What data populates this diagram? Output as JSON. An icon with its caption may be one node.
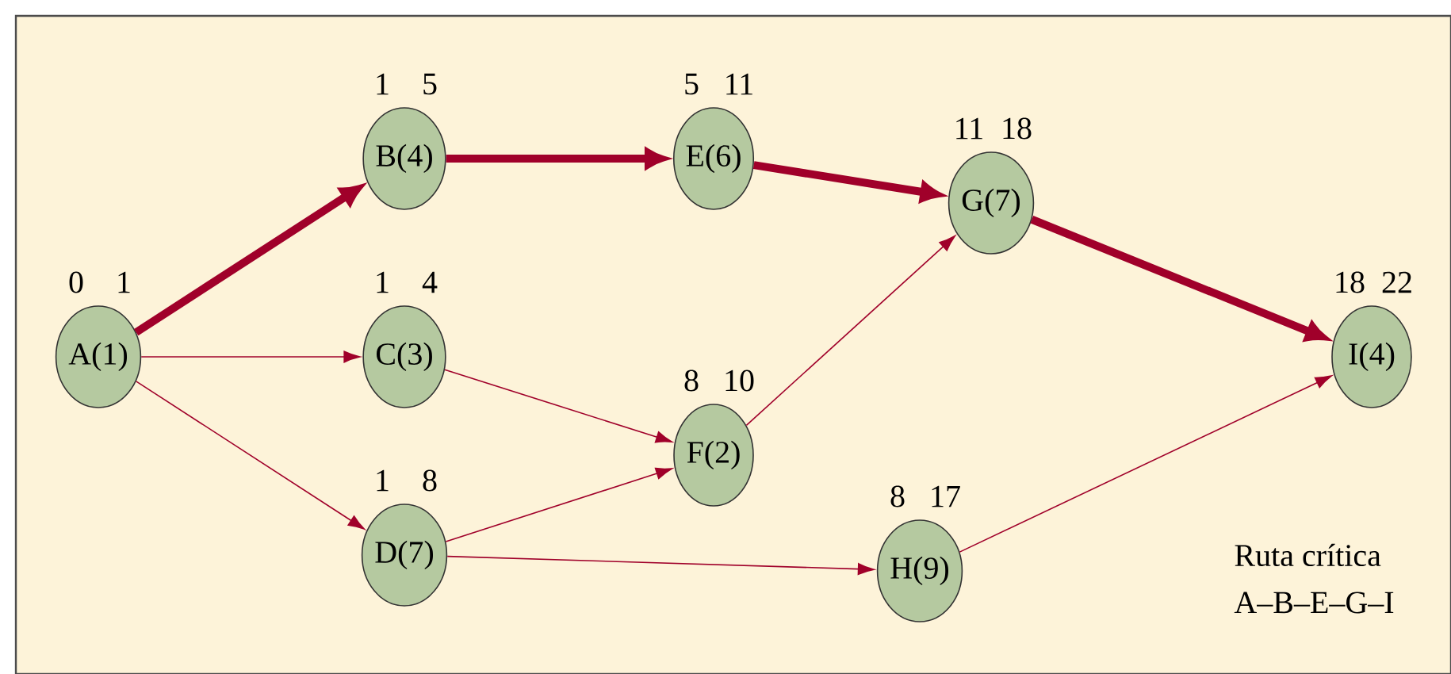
{
  "diagram": {
    "nodes": [
      {
        "text": [
          "A(1)"
        ],
        "beside": [
          "0",
          "1"
        ]
      },
      {
        "text": [
          "B(4)"
        ],
        "beside": [
          "1",
          "5"
        ]
      },
      {
        "text": [
          "C(3)"
        ],
        "beside": [
          "1",
          "4"
        ]
      },
      {
        "text": [
          "D(7)"
        ],
        "beside": [
          "1",
          "8"
        ]
      },
      {
        "text": [
          "E(6)"
        ],
        "beside": [
          "5",
          "11"
        ]
      },
      {
        "text": [
          "F(2)"
        ],
        "beside": [
          "8",
          "10"
        ]
      },
      {
        "text": [
          "G(7)"
        ],
        "beside": [
          "11",
          "18"
        ]
      },
      {
        "text": [
          "H(9)"
        ],
        "beside": [
          "8",
          "17"
        ]
      },
      {
        "text": [
          "I(4)"
        ],
        "beside": [
          "18",
          "22"
        ]
      }
    ],
    "edges": [
      {
        "from": 0,
        "to": 1,
        "arrow": "to",
        "style": "thick"
      },
      {
        "from": 0,
        "to": 2,
        "arrow": "to"
      },
      {
        "from": 0,
        "to": 3,
        "arrow": "to"
      },
      {
        "from": 1,
        "to": 4,
        "arrow": "to",
        "style": "thick"
      },
      {
        "from": 2,
        "to": 5,
        "arrow": "to"
      },
      {
        "from": 3,
        "to": 5,
        "arrow": "to"
      },
      {
        "from": 3,
        "to": 7,
        "arrow": "to"
      },
      {
        "from": 4,
        "to": 6,
        "arrow": "to",
        "style": "thick"
      },
      {
        "from": 5,
        "to": 6,
        "arrow": "to"
      },
      {
        "from": 6,
        "to": 8,
        "arrow": "to",
        "style": "thick"
      },
      {
        "from": 7,
        "to": 8,
        "arrow": "to"
      }
    ],
    "labels": [
      "Ruta crítica",
      "A–B–E–G–I"
    ]
  }
}
